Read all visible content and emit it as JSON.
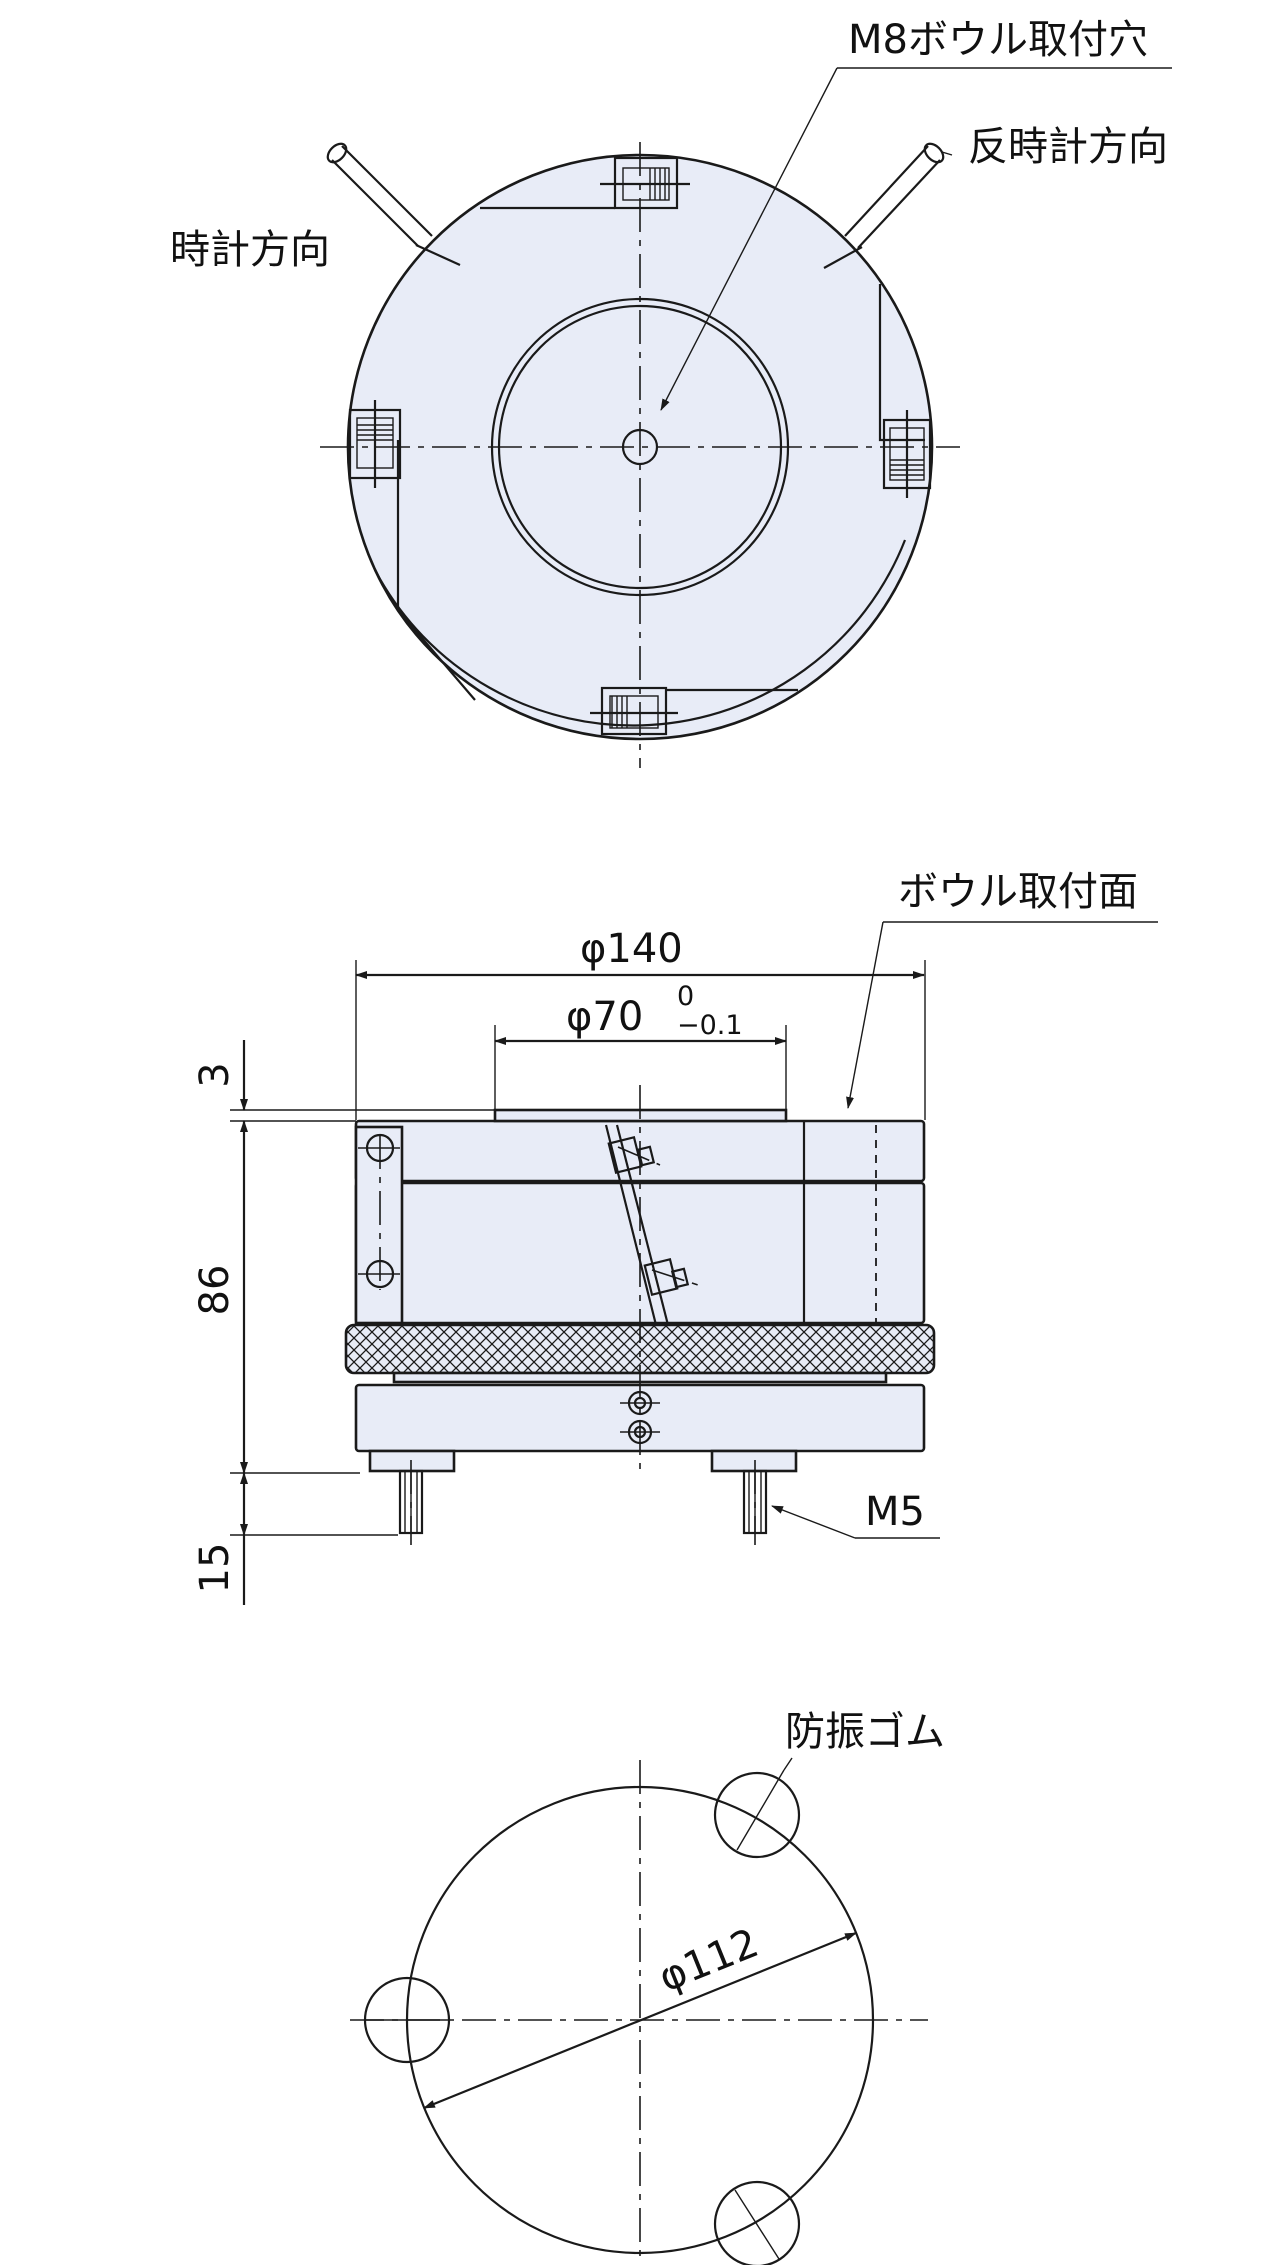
{
  "top_view": {
    "bolt_hole_label": "M8ボウル取付穴",
    "ccw_label": "反時計方向",
    "cw_label": "時計方向"
  },
  "side_view": {
    "bowl_face_label": "ボウル取付面",
    "dim_outer": "φ140",
    "dim_inner": "φ70",
    "tol_upper": "0",
    "tol_lower": "−0.1",
    "dim_top": "3",
    "dim_height": "86",
    "dim_foot": "15",
    "thread_label": "M5"
  },
  "bottom_view": {
    "rubber_label": "防振ゴム",
    "dim_pcd": "φ112"
  },
  "colors": {
    "fill": "#e8ecf7",
    "line": "#1a1a1a"
  }
}
